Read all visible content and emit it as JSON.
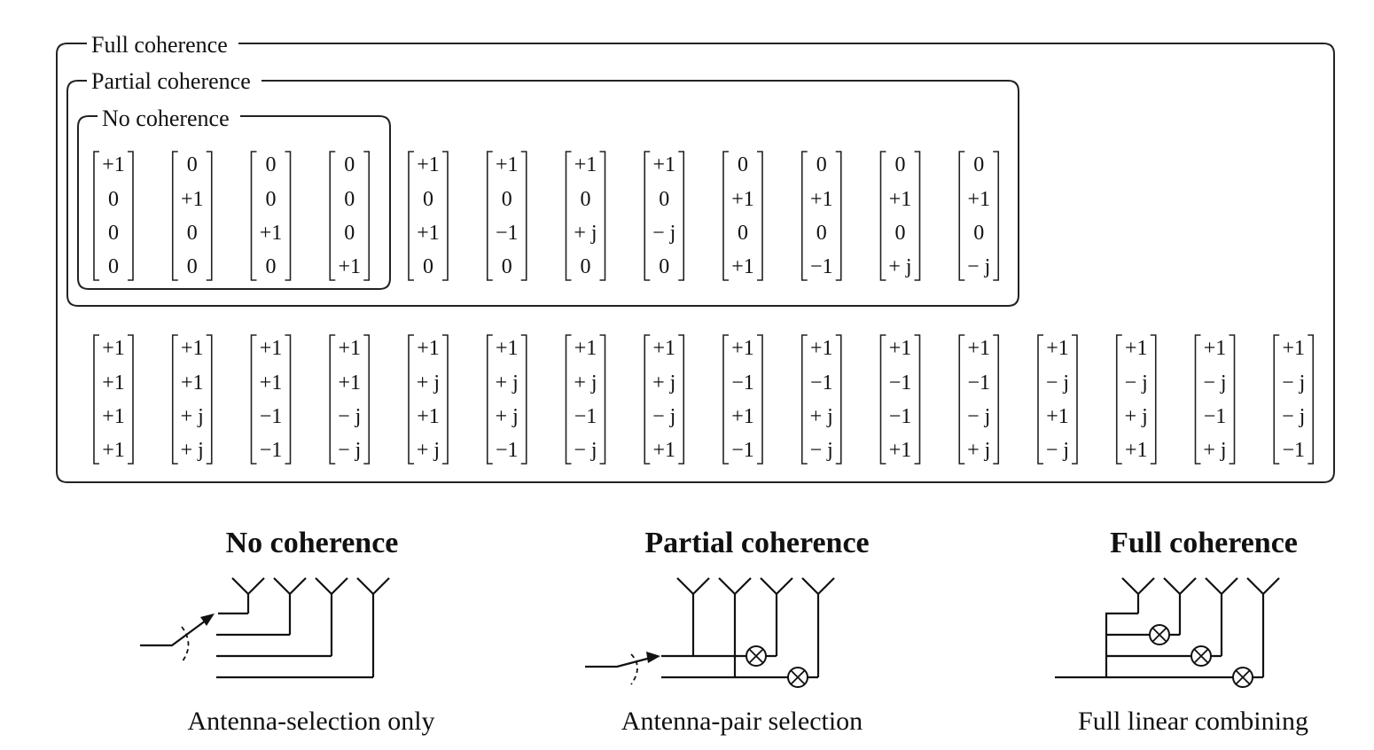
{
  "groups": {
    "full": {
      "label": "Full coherence"
    },
    "partial": {
      "label": "Partial coherence"
    },
    "none": {
      "label": "No coherence"
    }
  },
  "vectors": {
    "row1": [
      [
        "+1",
        "0",
        "0",
        "0"
      ],
      [
        "0",
        "+1",
        "0",
        "0"
      ],
      [
        "0",
        "0",
        "+1",
        "0"
      ],
      [
        "0",
        "0",
        "0",
        "+1"
      ],
      [
        "+1",
        "0",
        "+1",
        "0"
      ],
      [
        "+1",
        "0",
        "−1",
        "0"
      ],
      [
        "+1",
        "0",
        "+ j",
        "0"
      ],
      [
        "+1",
        "0",
        "− j",
        "0"
      ],
      [
        "0",
        "+1",
        "0",
        "+1"
      ],
      [
        "0",
        "+1",
        "0",
        "−1"
      ],
      [
        "0",
        "+1",
        "0",
        "+ j"
      ],
      [
        "0",
        "+1",
        "0",
        "− j"
      ]
    ],
    "row2": [
      [
        "+1",
        "+1",
        "+1",
        "+1"
      ],
      [
        "+1",
        "+1",
        "+ j",
        "+ j"
      ],
      [
        "+1",
        "+1",
        "−1",
        "−1"
      ],
      [
        "+1",
        "+1",
        "− j",
        "− j"
      ],
      [
        "+1",
        "+ j",
        "+1",
        "+ j"
      ],
      [
        "+1",
        "+ j",
        "+ j",
        "−1"
      ],
      [
        "+1",
        "+ j",
        "−1",
        "− j"
      ],
      [
        "+1",
        "+ j",
        "− j",
        "+1"
      ],
      [
        "+1",
        "−1",
        "+1",
        "−1"
      ],
      [
        "+1",
        "−1",
        "+ j",
        "− j"
      ],
      [
        "+1",
        "−1",
        "−1",
        "+1"
      ],
      [
        "+1",
        "−1",
        "− j",
        "+ j"
      ],
      [
        "+1",
        "− j",
        "+1",
        "− j"
      ],
      [
        "+1",
        "− j",
        "+ j",
        "+1"
      ],
      [
        "+1",
        "− j",
        "−1",
        "+ j"
      ],
      [
        "+1",
        "− j",
        "− j",
        "−1"
      ]
    ]
  },
  "panels": [
    {
      "title": "No coherence",
      "caption": "Antenna-selection only"
    },
    {
      "title": "Partial coherence",
      "caption": "Antenna-pair selection"
    },
    {
      "title": "Full coherence",
      "caption": "Full linear combining"
    }
  ]
}
